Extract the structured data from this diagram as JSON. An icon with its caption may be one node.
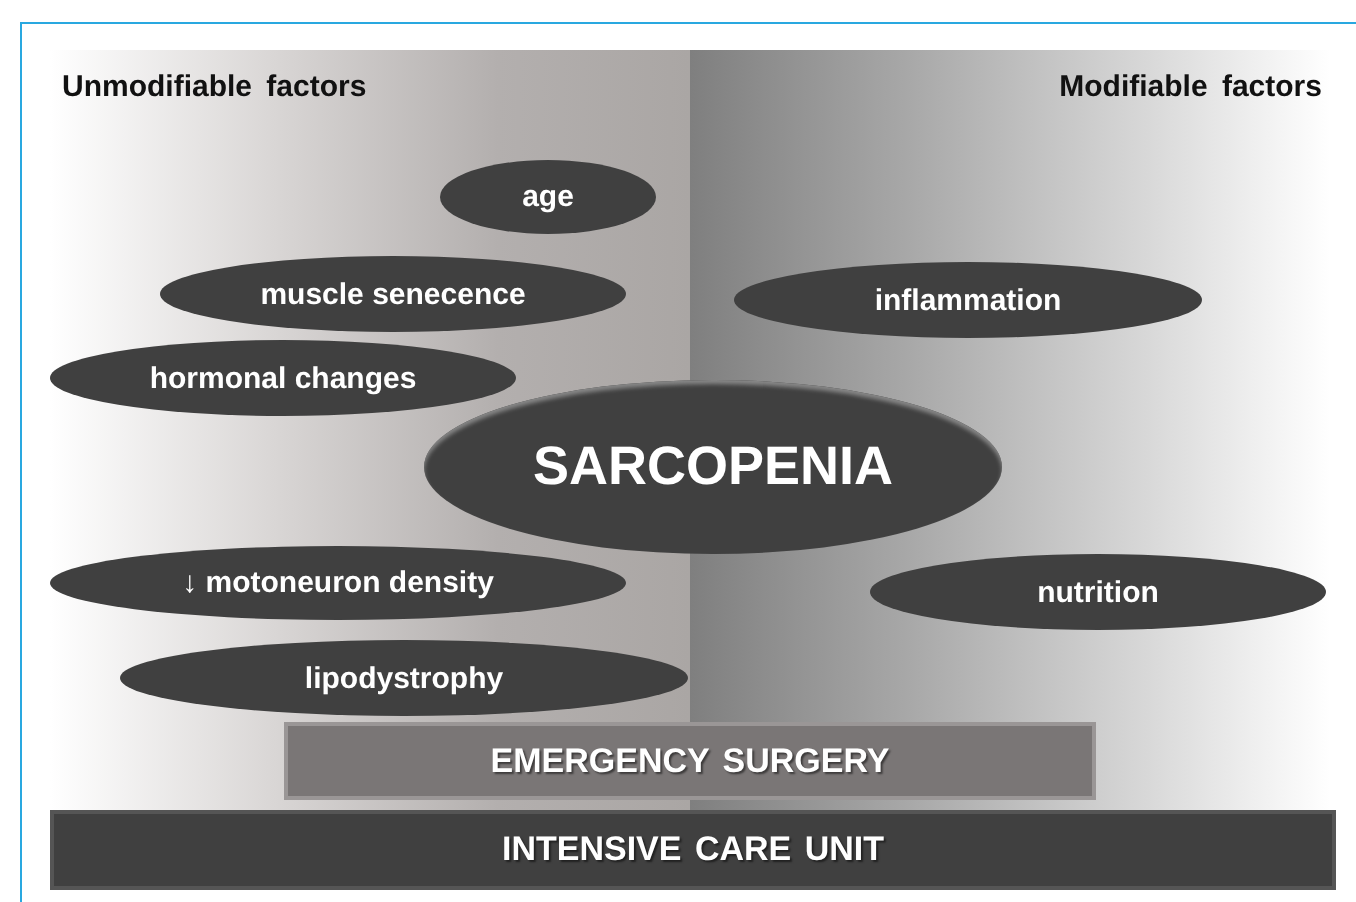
{
  "diagram": {
    "nodes": [
      {
        "text": [
          "Unmodifiable factors"
        ]
      },
      {
        "text": [
          "Modifiable factors"
        ]
      },
      {
        "text": [
          "age"
        ],
        "in": 0
      },
      {
        "text": [
          "muscle senecence"
        ],
        "in": 0
      },
      {
        "text": [
          "inflammation"
        ],
        "in": 1
      },
      {
        "text": [
          "hormonal changes"
        ],
        "in": 0
      },
      {
        "text": [
          "SARCOPENIA"
        ]
      },
      {
        "text": [
          "↓ motoneuron density"
        ],
        "in": 0
      },
      {
        "text": [
          "nutrition"
        ],
        "in": 1
      },
      {
        "text": [
          "lipodystrophy"
        ],
        "in": 0
      },
      {
        "text": [
          "EMERGENCY SURGERY"
        ]
      },
      {
        "text": [
          "INTENSIVE CARE UNIT"
        ]
      }
    ]
  }
}
